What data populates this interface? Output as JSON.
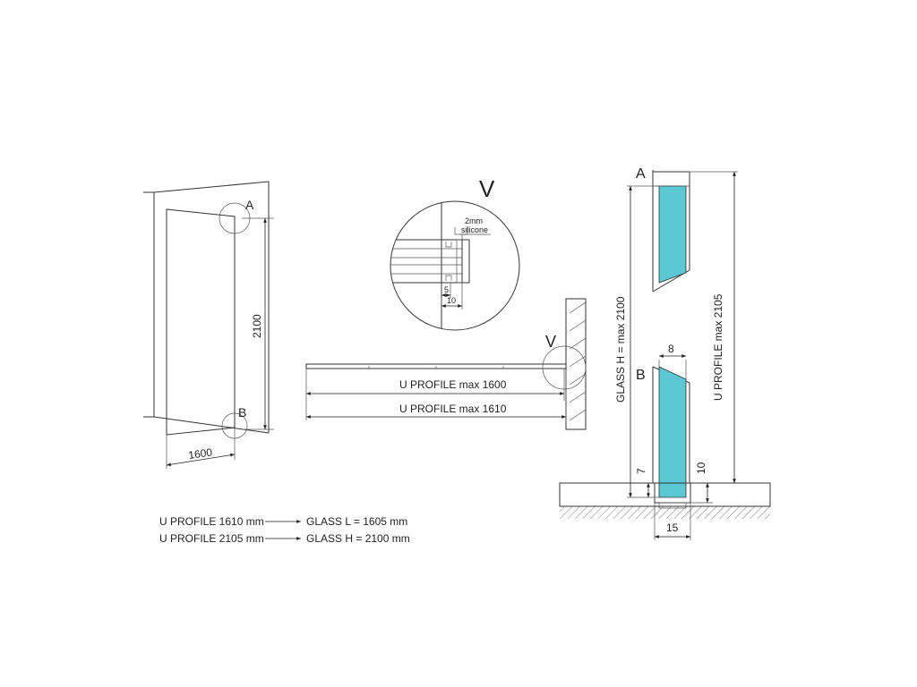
{
  "colors": {
    "glass": "#5bc8d4",
    "line": "#333333",
    "background": "#ffffff"
  },
  "door_view": {
    "detail_a": "A",
    "detail_b": "B",
    "height_dim": "2100",
    "width_dim": "1600"
  },
  "detail_v": {
    "title": "V",
    "silicone_line1": "2mm",
    "silicone_line2": "silicone",
    "dim_small": "5",
    "dim_large": "10"
  },
  "plan_view": {
    "callout": "V",
    "profile_dim_1": "U PROFILE max 1600",
    "profile_dim_2": "U PROFILE max 1610"
  },
  "section_view": {
    "label_a": "A",
    "label_b": "B",
    "glass_height": "GLASS  H = max 2100",
    "profile_height": "U PROFILE     max 2105",
    "glass_thickness": "8",
    "offset_glass": "7",
    "offset_profile": "10",
    "profile_width": "15"
  },
  "conversion": {
    "row1": {
      "from": "U PROFILE 1610 mm",
      "to": "GLASS L = 1605 mm"
    },
    "row2": {
      "from": "U PROFILE 2105 mm",
      "to": "GLASS H = 2100 mm"
    }
  }
}
